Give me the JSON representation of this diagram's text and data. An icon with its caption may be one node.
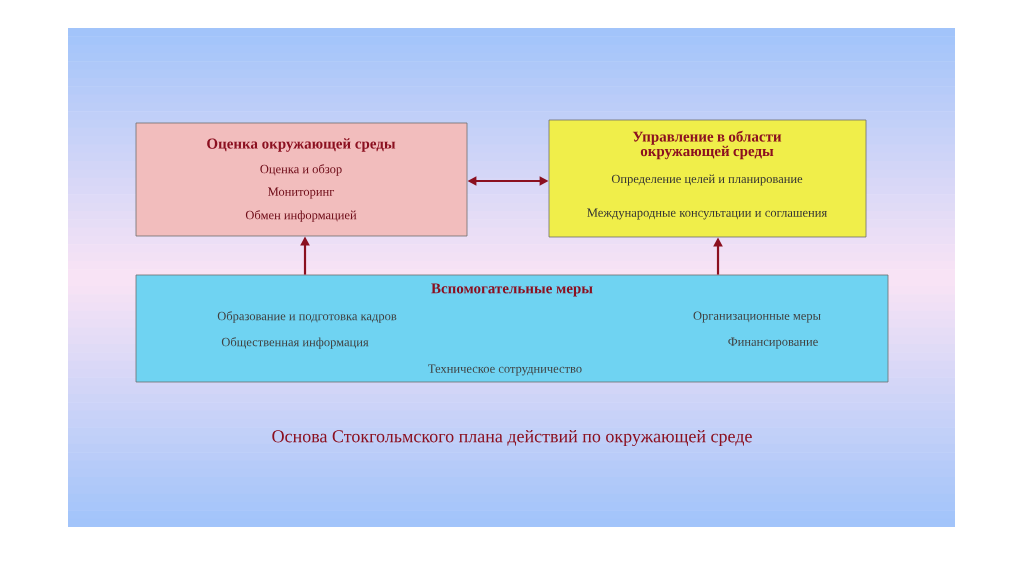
{
  "diagram": {
    "caption": "Основа Стокгольмского плана действий по окружающей среде",
    "nodes": [
      {
        "text": [
          "Оценка окружающей среды",
          "Оценка и обзор",
          "Мониторинг",
          "Обмен информацией"
        ]
      },
      {
        "text": [
          "Управление в области окружающей среды",
          "Определение целей и планирование",
          "Международные консультации и соглашения"
        ]
      },
      {
        "text": [
          "Вспомогательные меры",
          "Образование и подготовка кадров",
          "Организационные меры",
          "Общественная информация",
          "Финансирование",
          "Техническое сотрудничество"
        ]
      }
    ],
    "edges": [
      {
        "from": 0,
        "to": 1,
        "arrow": "both"
      },
      {
        "from": 2,
        "to": 0,
        "arrow": "to"
      },
      {
        "from": 2,
        "to": 1,
        "arrow": "to"
      }
    ]
  }
}
